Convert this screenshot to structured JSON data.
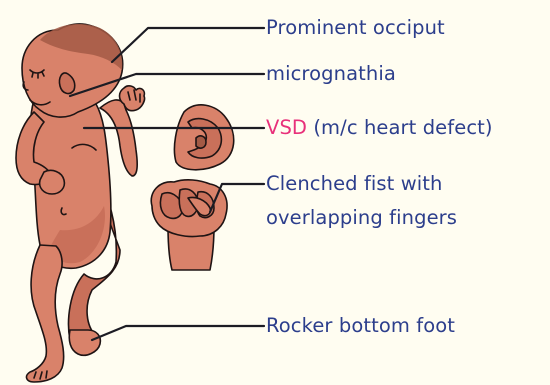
{
  "colors": {
    "background": "#fffdf1",
    "label_text": "#2c3e8c",
    "highlight": "#e8307a",
    "leader_line": "#1c1c24",
    "skin": "#d9826a",
    "skin_shadow": "#c26450",
    "outline": "#1f1414",
    "hair": "#a35a45"
  },
  "labels": {
    "prominent_occiput": "Prominent occiput",
    "micrognathia": "micrognathia",
    "vsd_highlight": "VSD",
    "vsd_rest": " (m/c heart defect)",
    "clenched_fist_line1": "Clenched fist with",
    "clenched_fist_line2": "overlapping fingers",
    "rocker_bottom_foot": "Rocker bottom foot"
  },
  "figures": [
    "infant-body",
    "ear-detail",
    "clenched-fist-detail"
  ]
}
